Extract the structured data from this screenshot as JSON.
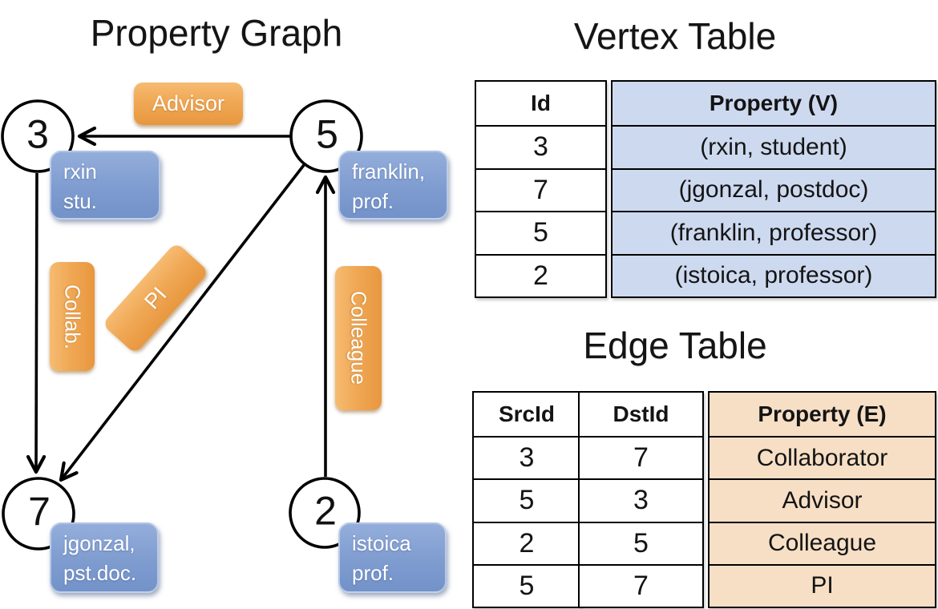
{
  "graph": {
    "title": "Property Graph",
    "nodes": {
      "n3": {
        "id": "3",
        "prop_line1": "rxin",
        "prop_line2": "stu."
      },
      "n5": {
        "id": "5",
        "prop_line1": "franklin,",
        "prop_line2": "prof."
      },
      "n7": {
        "id": "7",
        "prop_line1": "jgonzal,",
        "prop_line2": "pst.doc."
      },
      "n2": {
        "id": "2",
        "prop_line1": "istoica",
        "prop_line2": "prof."
      }
    },
    "edge_labels": {
      "advisor": "Advisor",
      "collab": "Collab.",
      "pi": "PI",
      "colleague": "Colleague"
    },
    "edges": [
      {
        "from": "5",
        "to": "3",
        "label": "Advisor"
      },
      {
        "from": "3",
        "to": "7",
        "label": "Collab."
      },
      {
        "from": "5",
        "to": "7",
        "label": "PI"
      },
      {
        "from": "2",
        "to": "5",
        "label": "Colleague"
      }
    ]
  },
  "vertex_table": {
    "title": "Vertex Table",
    "headers": {
      "id": "Id",
      "property": "Property (V)"
    },
    "rows": [
      {
        "id": "3",
        "property": "(rxin, student)"
      },
      {
        "id": "7",
        "property": "(jgonzal, postdoc)"
      },
      {
        "id": "5",
        "property": "(franklin, professor)"
      },
      {
        "id": "2",
        "property": "(istoica, professor)"
      }
    ]
  },
  "edge_table": {
    "title": "Edge Table",
    "headers": {
      "src": "SrcId",
      "dst": "DstId",
      "property": "Property (E)"
    },
    "rows": [
      {
        "src": "3",
        "dst": "7",
        "property": "Collaborator"
      },
      {
        "src": "5",
        "dst": "3",
        "property": "Advisor"
      },
      {
        "src": "2",
        "dst": "5",
        "property": "Colleague"
      },
      {
        "src": "5",
        "dst": "7",
        "property": "PI"
      }
    ]
  },
  "colors": {
    "edge_label_orange_top": "#F6BB72",
    "edge_label_orange_bottom": "#E8973F",
    "vertex_label_blue_top": "#94AEDB",
    "vertex_label_blue_bottom": "#7292C9",
    "vertex_table_fill": "#CDD9EF",
    "edge_table_fill": "#F6DFC5",
    "line_black": "#000000",
    "text_white": "#FFFFFF"
  }
}
